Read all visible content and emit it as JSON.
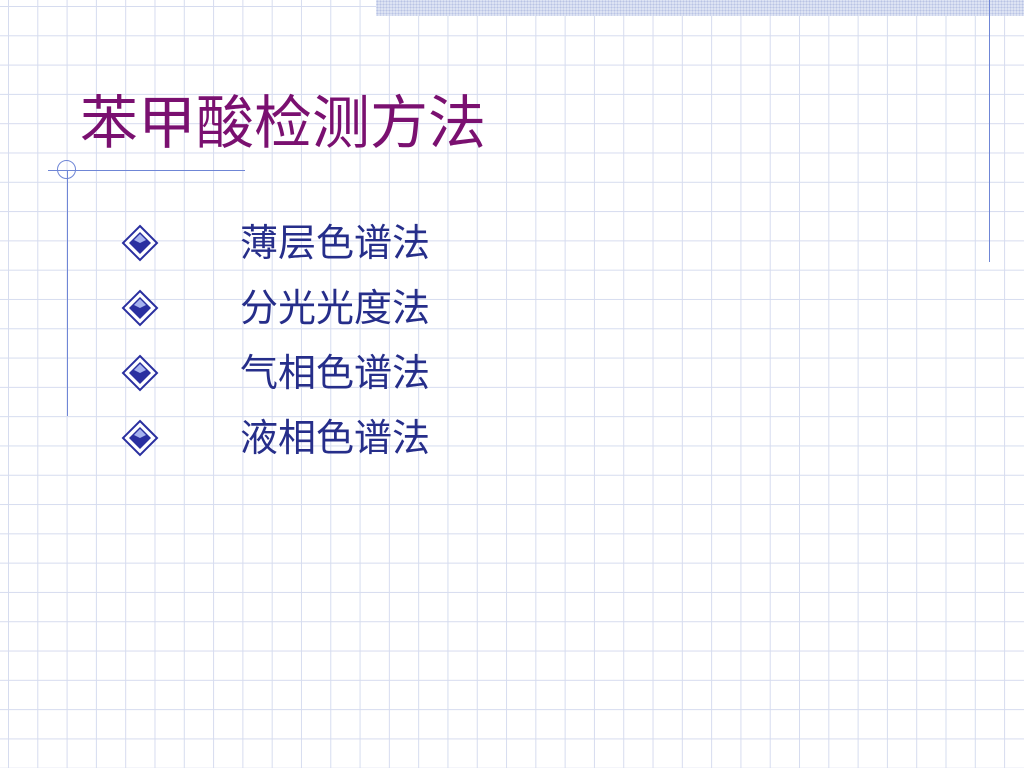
{
  "slide": {
    "title": "苯甲酸检测方法",
    "title_color": "#7a1070",
    "text_color": "#262e8a",
    "accent_color": "#6f86d6",
    "bullet_icon": "diamond-bullet-icon",
    "bullets": [
      {
        "label": "薄层色谱法"
      },
      {
        "label": "分光光度法"
      },
      {
        "label": "气相色谱法"
      },
      {
        "label": "液相色谱法"
      }
    ]
  }
}
